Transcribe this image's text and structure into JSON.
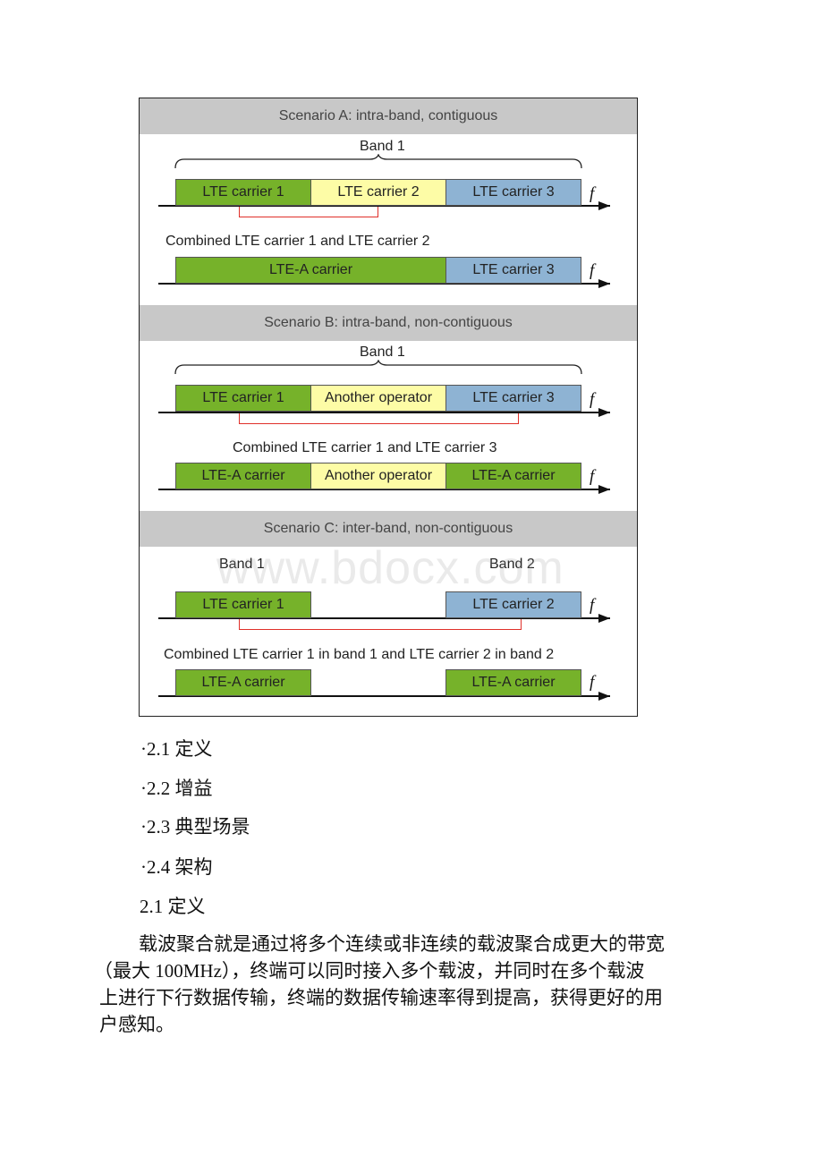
{
  "figure": {
    "scenario_a": {
      "title": "Scenario A: intra-band, contiguous",
      "band_label": "Band 1",
      "row1": [
        "LTE carrier 1",
        "LTE carrier 2",
        "LTE carrier 3"
      ],
      "combined_caption": "Combined LTE carrier 1 and LTE carrier 2",
      "row2": [
        "LTE-A carrier",
        "LTE carrier 3"
      ]
    },
    "scenario_b": {
      "title": "Scenario B: intra-band, non-contiguous",
      "band_label": "Band 1",
      "row1": [
        "LTE carrier 1",
        "Another operator",
        "LTE carrier 3"
      ],
      "combined_caption": "Combined LTE carrier 1 and LTE carrier 3",
      "row2": [
        "LTE-A carrier",
        "Another operator",
        "LTE-A carrier"
      ]
    },
    "scenario_c": {
      "title": "Scenario C: inter-band, non-contiguous",
      "band1_label": "Band 1",
      "band2_label": "Band 2",
      "row1": [
        "LTE carrier 1",
        "LTE carrier 2"
      ],
      "combined_caption": "Combined LTE carrier 1 in band 1 and LTE carrier 2 in band 2",
      "row2": [
        "LTE-A carrier",
        "LTE-A carrier"
      ]
    },
    "freq_symbol": "f",
    "colors": {
      "green": "#76b22a",
      "yellow": "#fdfca6",
      "blue": "#8eb3d3",
      "link": "#e0302a",
      "header": "#c8c8c8"
    }
  },
  "watermark": "www.bdocx.com",
  "toc": [
    "·2.1 定义",
    "·2.2 增益",
    "·2.3 典型场景",
    "·2.4 架构"
  ],
  "section_heading": "2.1 定义",
  "paragraph_lines": [
    "载波聚合就是通过将多个连续或非连续的载波聚合成更大的带宽",
    "（最大 100MHz），终端可以同时接入多个载波，并同时在多个载波",
    "上进行下行数据传输，终端的数据传输速率得到提高，获得更好的用",
    "户感知。"
  ]
}
